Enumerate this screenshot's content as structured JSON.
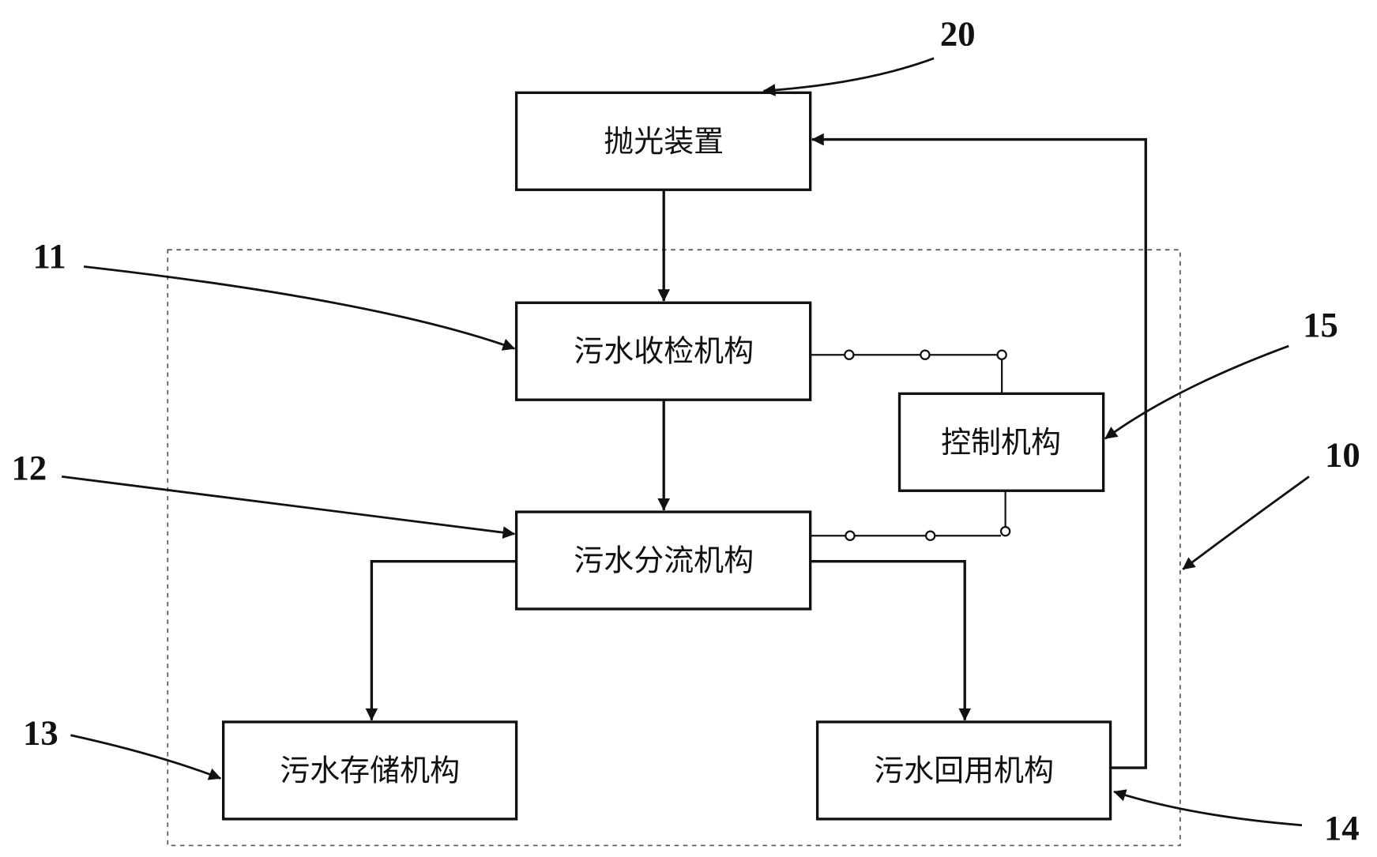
{
  "blocks": {
    "polishing": "抛光装置",
    "collection": "污水收检机构",
    "control": "控制机构",
    "diversion": "污水分流机构",
    "storage": "污水存储机构",
    "reuse": "污水回用机构"
  },
  "refs": {
    "polishing": "20",
    "collection": "11",
    "diversion": "12",
    "storage": "13",
    "reuse": "14",
    "control": "15",
    "system": "10"
  }
}
